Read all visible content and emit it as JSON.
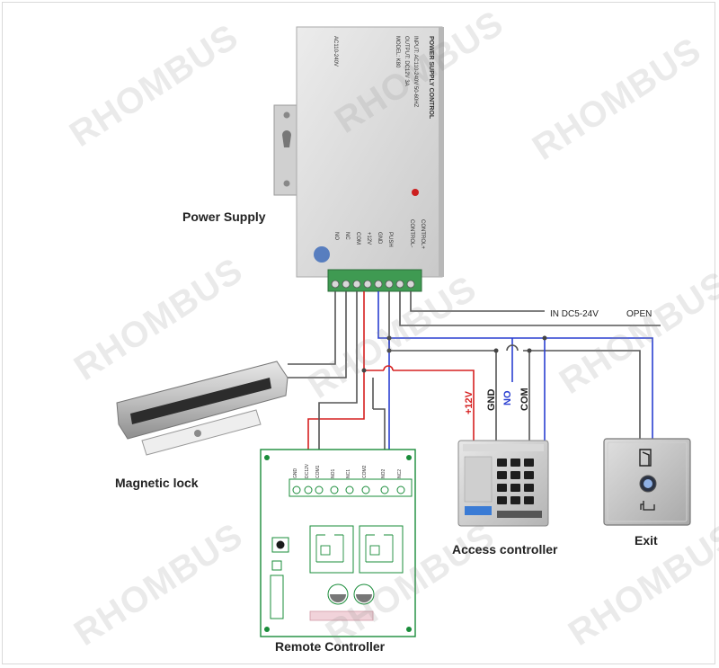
{
  "labels": {
    "power_supply": "Power Supply",
    "magnetic_lock": "Magnetic lock",
    "remote_controller": "Remote Controller",
    "access_controller": "Access controller",
    "exit": "Exit",
    "in_dc": "IN DC5-24V",
    "open": "OPEN"
  },
  "access_wires": {
    "plus12v": "+12V",
    "gnd": "GND",
    "no": "NO",
    "com": "COM"
  },
  "power_supply_panel": {
    "title": "POWER SUPPLY CONTROL",
    "input": "INPUT: AC110-240V 50-60HZ",
    "output": "OUTPUT: DC12V 3A",
    "model": "MODEL: K80",
    "ac_side": "AC110-240V"
  },
  "power_supply_terminals": [
    "NO",
    "NC",
    "COM",
    "+12V",
    "GND",
    "PUSH",
    "CONTROL-",
    "CONTROL+"
  ],
  "remote_terminals": [
    "GND",
    "DC12V",
    "COM1",
    "NO1",
    "NC1",
    "COM2",
    "NO2",
    "NC2"
  ],
  "watermark": "RHOMBUS",
  "colors": {
    "red_wire": "#d62020",
    "blue_wire": "#2a3fd1",
    "gray_wire": "#555555",
    "watermark": "#8c8c8c"
  }
}
